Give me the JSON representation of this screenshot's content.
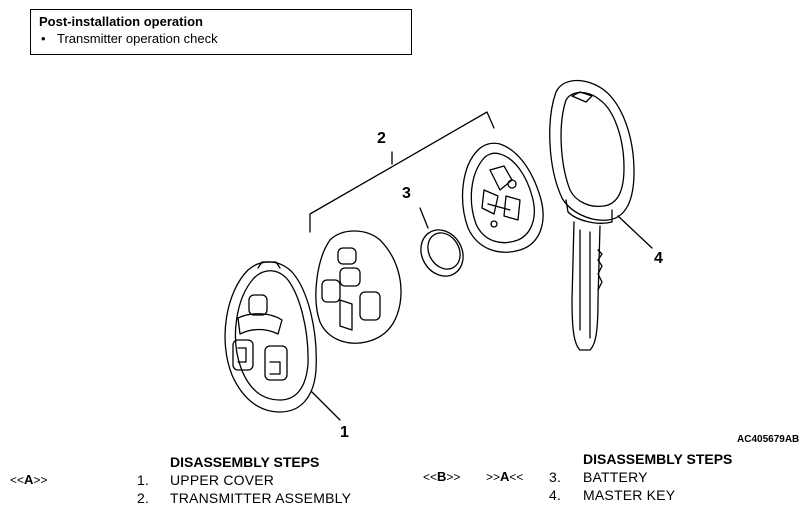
{
  "note": {
    "title": "Post-installation operation",
    "bullet": "•",
    "item": "Transmitter operation check"
  },
  "callouts": [
    "1",
    "2",
    "3",
    "4"
  ],
  "figure_id": "AC405679AB",
  "left_steps": {
    "heading": "DISASSEMBLY STEPS",
    "ref": {
      "prefix": "<<",
      "letter": "A",
      "suffix": ">>"
    },
    "items": [
      {
        "num": "1.",
        "label": "UPPER COVER"
      },
      {
        "num": "2.",
        "label": "TRANSMITTER ASSEMBLY"
      }
    ]
  },
  "right_steps": {
    "heading": "DISASSEMBLY STEPS",
    "ref1": {
      "prefix": "<<",
      "letter": "B",
      "suffix": ">>"
    },
    "ref2": {
      "prefix": ">>",
      "letter": "A",
      "suffix": "<<"
    },
    "items": [
      {
        "num": "3.",
        "label": "BATTERY"
      },
      {
        "num": "4.",
        "label": "MASTER KEY"
      }
    ]
  }
}
